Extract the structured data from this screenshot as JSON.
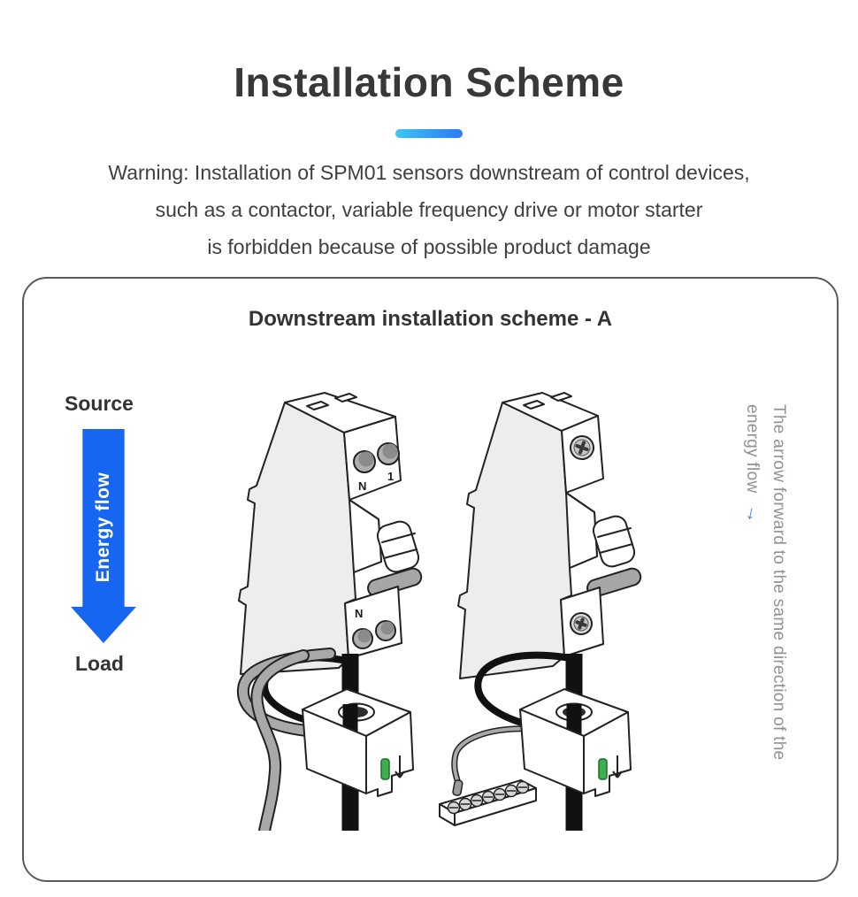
{
  "page": {
    "title": "Installation Scheme",
    "warning_lines": [
      "Warning: Installation of SPM01 sensors downstream of control devices,",
      "such as a contactor, variable frequency drive or motor starter",
      "is forbidden because of possible product damage"
    ]
  },
  "panel": {
    "title": "Downstream installation scheme - A",
    "source_label": "Source",
    "energy_flow_label": "Energy flow",
    "load_label": "Load",
    "annotation": {
      "line1": "The arrow forward to the same direction of the",
      "line2": "energy flow",
      "arrow_glyph": "→"
    }
  },
  "devices": {
    "left_breaker": {
      "top_terminal_left": "N",
      "top_terminal_right": "1",
      "bottom_terminal": "N"
    }
  },
  "colors": {
    "accent_blue": "#1766f2",
    "divider_gradient_start": "#3fc4f4",
    "divider_gradient_end": "#2b7af5",
    "indicator_green": "#3fae4e",
    "annotation_gray": "#8f9296",
    "panel_border": "#5a5a5a"
  }
}
